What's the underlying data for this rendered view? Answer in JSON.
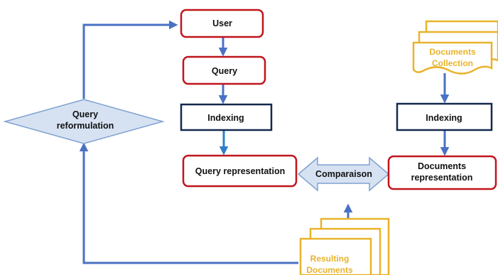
{
  "nodes": {
    "user": "User",
    "query": "Query",
    "indexing_left": "Indexing",
    "query_representation": "Query representation",
    "query_reformulation": [
      "Query",
      "reformulation"
    ],
    "comparaison": "Comparaison",
    "documents_collection": [
      "Documents",
      "Collection"
    ],
    "indexing_right": "Indexing",
    "documents_representation": [
      "Documents",
      "representation"
    ],
    "resulting_documents": [
      "Resulting",
      "Documents"
    ]
  },
  "colors": {
    "red_border": "#c0141c",
    "navy_border": "#14284e",
    "arrow_blue": "#4a72c4",
    "diamond_fill": "#d6e2f2",
    "diamond_stroke": "#7ea1cf",
    "docs_gold": "#e8b32a"
  }
}
